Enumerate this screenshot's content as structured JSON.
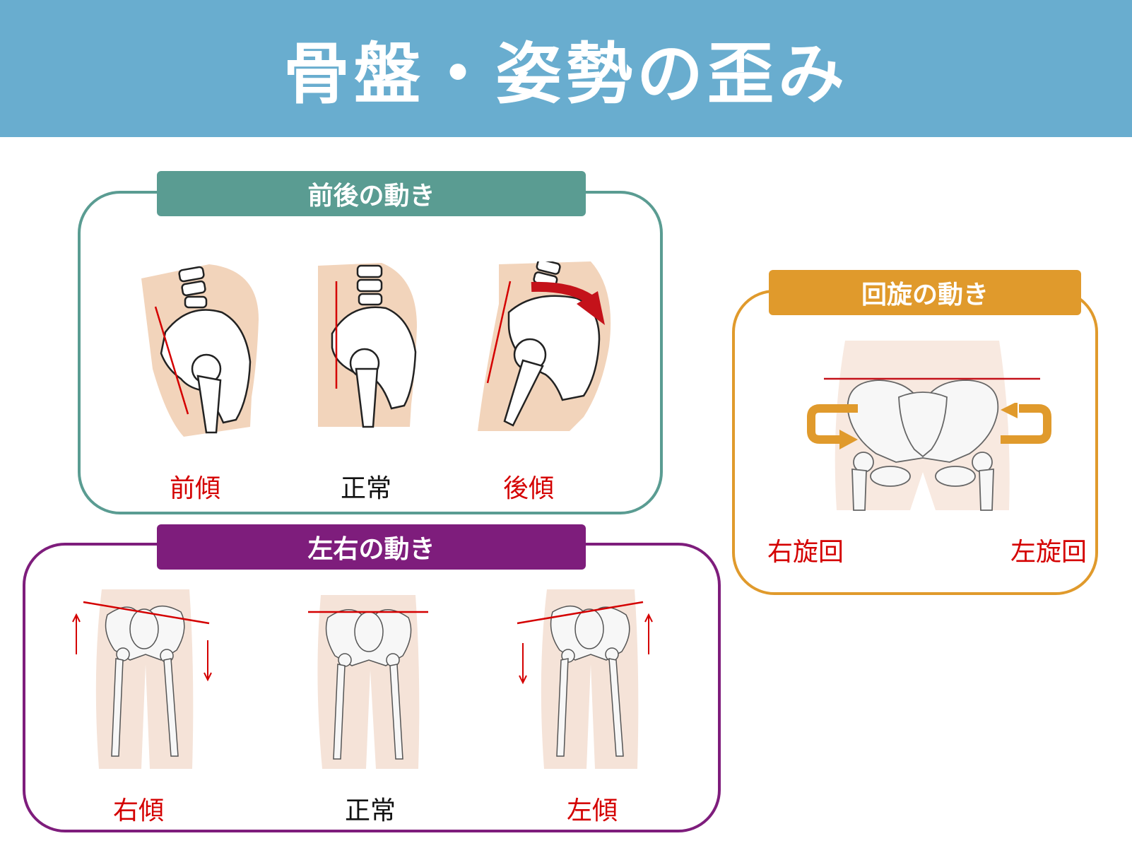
{
  "title": "骨盤・姿勢の歪み",
  "colors": {
    "banner": "#69adcf",
    "front_back": "#5a9c92",
    "left_right": "#7e1d7c",
    "rotation": "#e09a2c",
    "accent_red": "#d40000",
    "skin": "#f2d4bb"
  },
  "front_back": {
    "title": "前後の動き",
    "labels": [
      "前傾",
      "正常",
      "後傾"
    ]
  },
  "left_right": {
    "title": "左右の動き",
    "labels": [
      "右傾",
      "正常",
      "左傾"
    ]
  },
  "rotation": {
    "title": "回旋の動き",
    "labels": [
      "右旋回",
      "左旋回"
    ]
  }
}
